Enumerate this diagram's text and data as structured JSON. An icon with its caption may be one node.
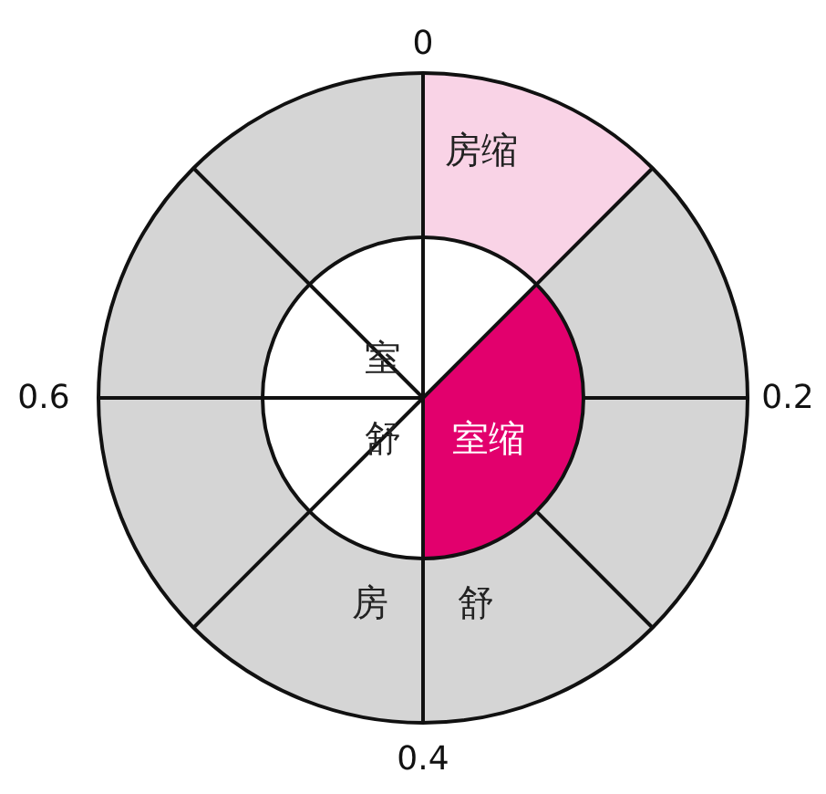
{
  "diagram": {
    "nodes": [
      {
        "text": [
          "房缩"
        ]
      },
      {
        "text": [
          "房舒"
        ]
      },
      {
        "text": [
          "室缩"
        ]
      },
      {
        "text": [
          "室舒"
        ]
      }
    ],
    "labels": [
      "0",
      "0.2",
      "0.4",
      "0.6"
    ]
  }
}
